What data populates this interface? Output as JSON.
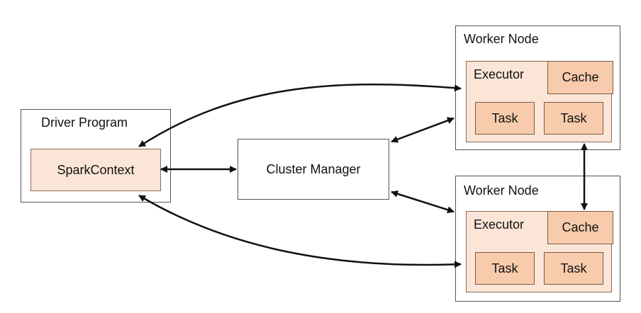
{
  "driver": {
    "title": "Driver Program",
    "context_label": "SparkContext"
  },
  "cluster_manager": {
    "label": "Cluster Manager"
  },
  "workers": [
    {
      "title": "Worker Node",
      "executor_label": "Executor",
      "cache_label": "Cache",
      "tasks": [
        "Task",
        "Task"
      ]
    },
    {
      "title": "Worker Node",
      "executor_label": "Executor",
      "cache_label": "Cache",
      "tasks": [
        "Task",
        "Task"
      ]
    }
  ],
  "colors": {
    "outline": "#555555",
    "executor_fill": "#fbe5d6",
    "task_fill": "#f8cbad",
    "arrow": "#111111"
  }
}
